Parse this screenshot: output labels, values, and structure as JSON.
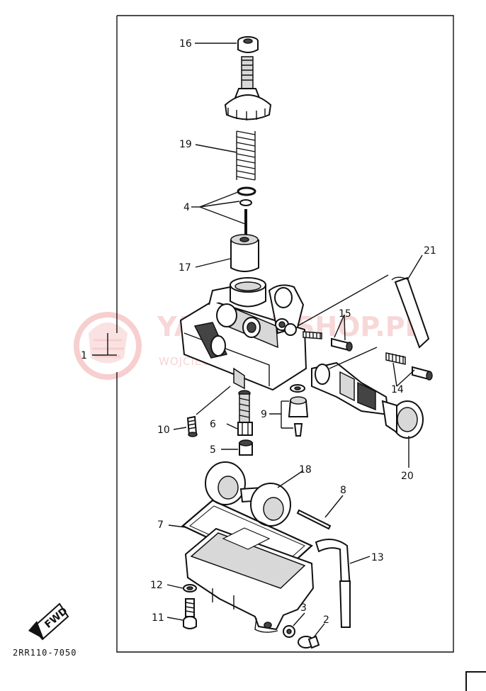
{
  "diagram": {
    "drawing_code": "2RR110-7050",
    "fwd_badge": "FWD",
    "watermark": {
      "main": "YAMAHA SHOP.PL",
      "sub": "WOJCIECH  ...  YAMAHA"
    },
    "callouts": [
      {
        "id": "c1",
        "label": "1"
      },
      {
        "id": "c2",
        "label": "2"
      },
      {
        "id": "c3",
        "label": "3"
      },
      {
        "id": "c4",
        "label": "4"
      },
      {
        "id": "c5",
        "label": "5"
      },
      {
        "id": "c6",
        "label": "6"
      },
      {
        "id": "c7",
        "label": "7"
      },
      {
        "id": "c8",
        "label": "8"
      },
      {
        "id": "c9",
        "label": "9"
      },
      {
        "id": "c10",
        "label": "10"
      },
      {
        "id": "c11",
        "label": "11"
      },
      {
        "id": "c12",
        "label": "12"
      },
      {
        "id": "c13",
        "label": "13"
      },
      {
        "id": "c14",
        "label": "14"
      },
      {
        "id": "c15",
        "label": "15"
      },
      {
        "id": "c16",
        "label": "16"
      },
      {
        "id": "c17",
        "label": "17"
      },
      {
        "id": "c18",
        "label": "18"
      },
      {
        "id": "c19",
        "label": "19"
      },
      {
        "id": "c20",
        "label": "20"
      },
      {
        "id": "c21",
        "label": "21"
      }
    ]
  }
}
